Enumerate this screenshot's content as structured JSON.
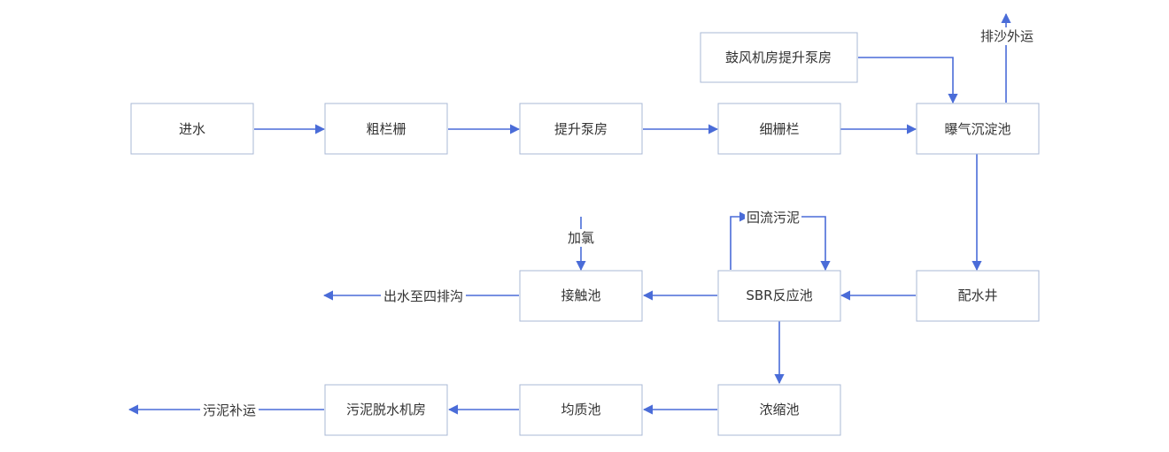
{
  "diagram": {
    "nodes": {
      "inlet": "进水",
      "coarse_screen": "粗栏栅",
      "lift_pump_room": "提升泵房",
      "fine_screen": "细栅栏",
      "aerated_grit": "曝气沉淀池",
      "blower_room": "鼓风机房提升泵房",
      "distribution_well": "配水井",
      "sbr": "SBR反应池",
      "contact_tank": "接触池",
      "thickener": "浓缩池",
      "equalization": "均质池",
      "dewatering_room": "污泥脱水机房"
    },
    "edge_labels": {
      "sand_out": "排沙外运",
      "return_sludge": "回流污泥",
      "chlorination": "加氯",
      "effluent": "出水至四排沟",
      "sludge_out": "污泥补运"
    },
    "colors": {
      "edge": "#4a6cd8",
      "node_border": "#aab8d6",
      "text": "#333333"
    }
  }
}
